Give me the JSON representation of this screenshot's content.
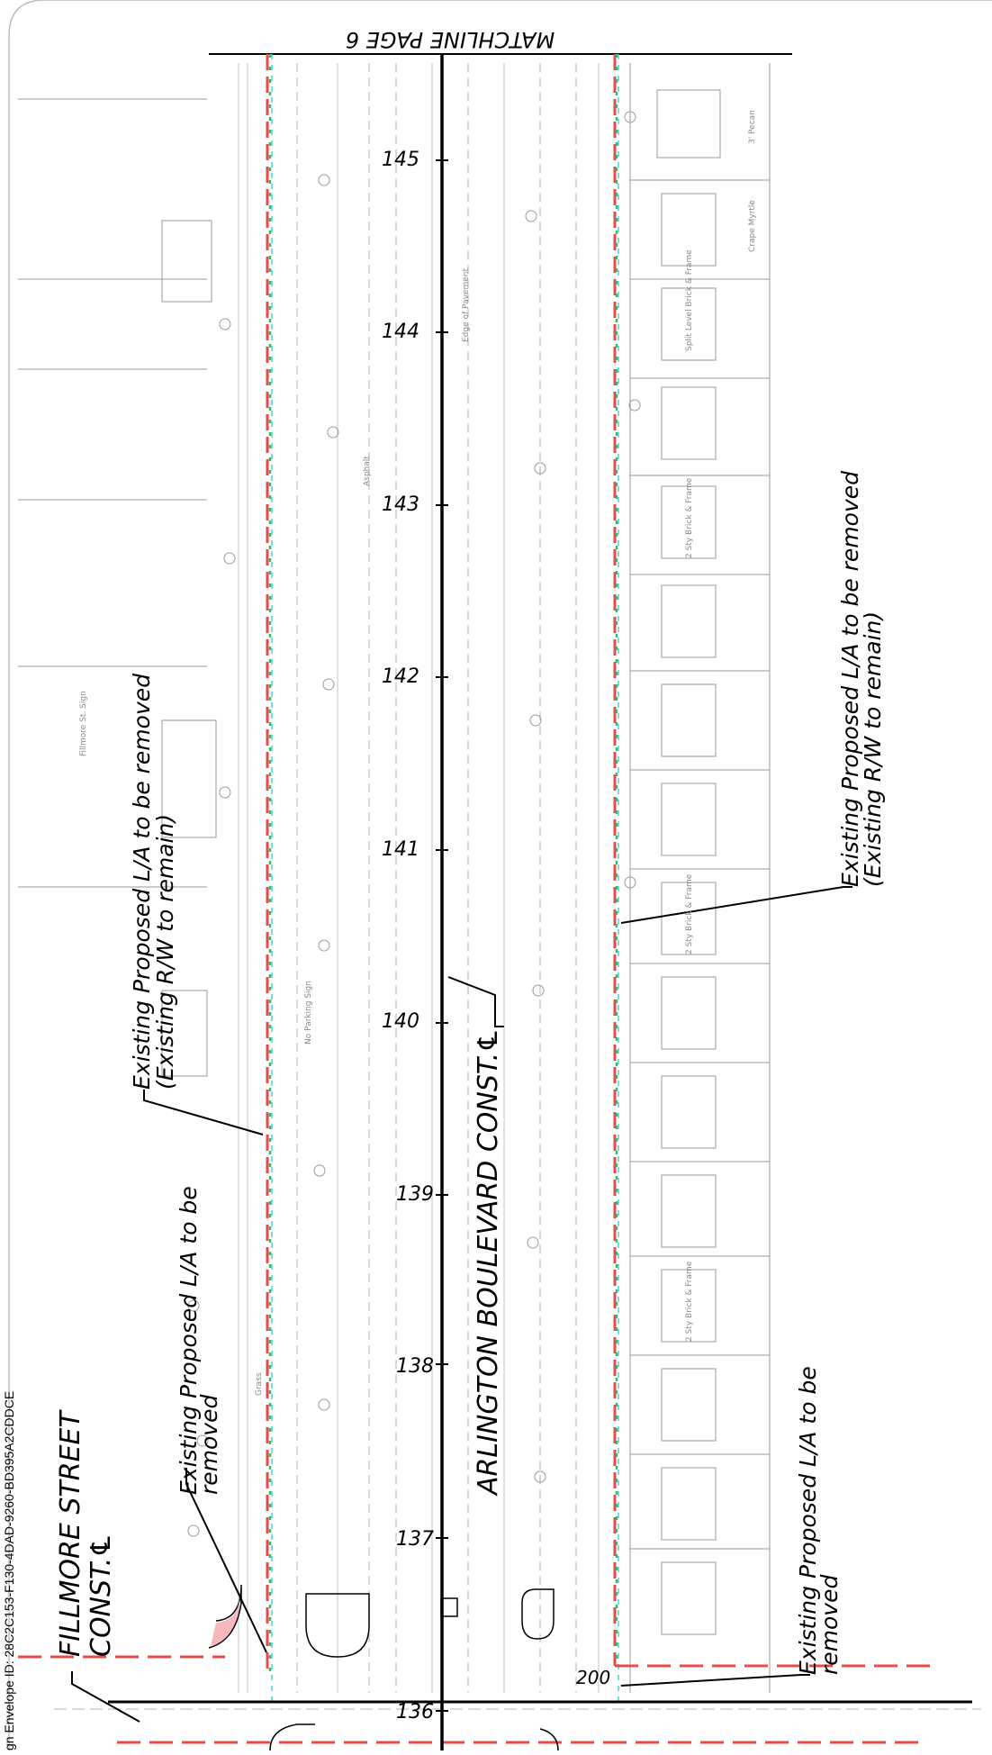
{
  "envelope_id": "gn Envelope ID: 28C2C153-F130-4DAD-9260-BD395A2CDDCE",
  "matchline": "MATCHLINE PAGE 6",
  "stations": [
    "136",
    "137",
    "138",
    "139",
    "140",
    "141",
    "142",
    "143",
    "144",
    "145"
  ],
  "roads": {
    "main": "ARLINGTON BOULEVARD CONST.℄",
    "side_line1": "FILLMORE STREET",
    "side_line2": "CONST.℄"
  },
  "callouts": {
    "left_top_line1": "Existing Proposed L/A to be removed",
    "left_top_line2": "(Existing R/W to remain)",
    "left_bottom_line1": "Existing Proposed L/A to be",
    "left_bottom_line2": "removed",
    "right_top_line1": "Existing Proposed L/A to be removed",
    "right_top_line2": "(Existing R/W to remain)",
    "right_bottom_line1": "Existing Proposed L/A to be",
    "right_bottom_line2": "removed"
  },
  "small_labels": {
    "asphalt": "Asphalt",
    "grass": "Grass",
    "edge_of_pavement": "Edge of Pavement",
    "brick_frame_1": "2 Sty Brick & Frame",
    "brick_frame_2": "2 Sty Brick & Frame",
    "brick_frame_3": "2 Sty Brick & Frame",
    "no_parking": "No Parking Sign",
    "pecan": "3' Pecan",
    "crape_myrtle": "Crape Myrtle",
    "split_level": "Split Level Brick & Frame",
    "fillmore_sign": "Fillmore St. Sign",
    "station_200": "200"
  },
  "colors": {
    "row_line": "#e84a4a",
    "green_dash": "#2bbf6a",
    "cyan_dash": "#46d6c8",
    "linework": "#9a9a9a",
    "ink": "#000000"
  }
}
